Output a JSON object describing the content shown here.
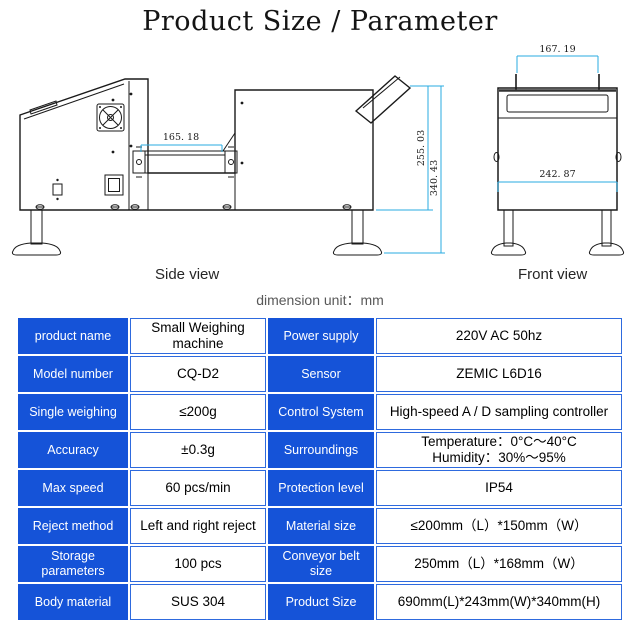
{
  "title": "Product Size / Parameter",
  "unit_note": "dimension unit：mm",
  "side_view": {
    "label": "Side view",
    "dim_belt_length": "165. 18",
    "dim_height_inner": "255. 03",
    "dim_height_total": "340. 43"
  },
  "front_view": {
    "label": "Front view",
    "dim_hopper_width": "167. 19",
    "dim_body_width": "242. 87"
  },
  "colors": {
    "table_blue": "#1553d8",
    "cell_border_blue": "#2e6ade",
    "dimension_cyan": "#29abe2",
    "line_black": "#1a1a1a"
  },
  "table": {
    "rows": [
      {
        "k1": "product name",
        "v1": "Small Weighing machine",
        "k2": "Power supply",
        "v2": "220V AC  50hz"
      },
      {
        "k1": "Model  number",
        "v1": "CQ-D2",
        "k2": "Sensor",
        "v2": "ZEMIC  L6D16"
      },
      {
        "k1": "Single weighing",
        "v1": "≤200g",
        "k2": "Control System",
        "v2": "High-speed A / D sampling controller"
      },
      {
        "k1": "Accuracy",
        "v1": "±0.3g",
        "k2": "Surroundings",
        "v2": "Temperature：0°C～40°C",
        "v2b": "Humidity：30%～95%"
      },
      {
        "k1": "Max speed",
        "v1": "60 pcs/min",
        "k2": "Protection level",
        "v2": "IP54"
      },
      {
        "k1": "Reject method",
        "v1": "Left and right reject",
        "k2": "Material size",
        "v2": "≤200mm（L）*150mm（W）"
      },
      {
        "k1": "Storage parameters",
        "v1": "100 pcs",
        "k2": "Conveyor belt size",
        "v2": "250mm（L）*168mm（W）"
      },
      {
        "k1": "Body material",
        "v1": "SUS 304",
        "k2": "Product Size",
        "v2": "690mm(L)*243mm(W)*340mm(H)"
      }
    ]
  }
}
